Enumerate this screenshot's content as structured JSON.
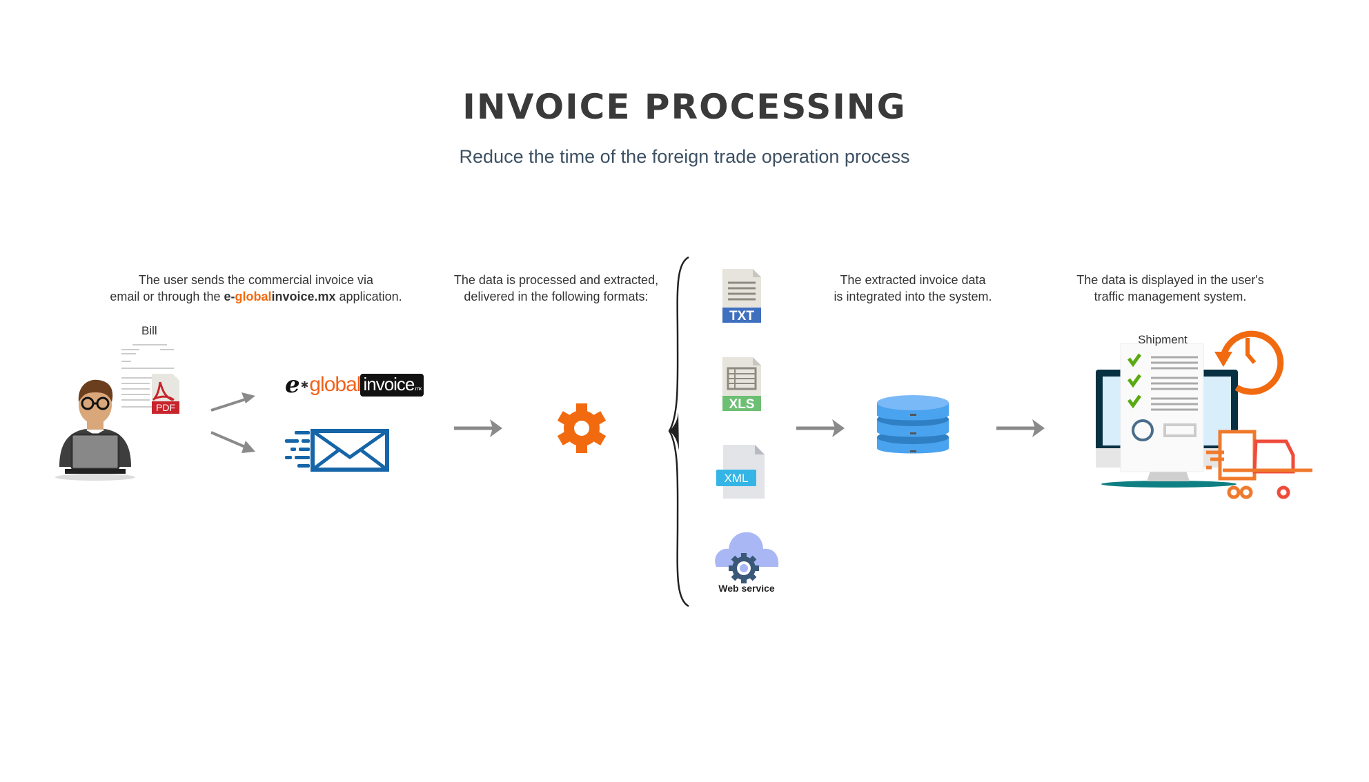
{
  "header": {
    "title": "INVOICE PROCESSING",
    "subtitle": "Reduce the time of the foreign trade operation process"
  },
  "steps": [
    {
      "line1": "The user sends the commercial invoice via",
      "line2_pre": "email or through the ",
      "brand_e": "e-",
      "brand_global": "global",
      "brand_rest": "invoice.mx",
      "line2_post": " application."
    },
    {
      "line1": "The data is processed and extracted,",
      "line2": "delivered in the following formats:"
    },
    {
      "line1": "The extracted invoice data",
      "line2": "is integrated into the system."
    },
    {
      "line1": "The data is displayed in the user's",
      "line2": "traffic management system."
    }
  ],
  "bill_label": "Bill",
  "pdf_label": "PDF",
  "logo": {
    "e": "e",
    "global": "global",
    "invoice": "invoice",
    "mx": ".mx"
  },
  "formats": [
    {
      "label": "TXT",
      "color": "#3f6fbf"
    },
    {
      "label": "XLS",
      "color": "#6dbf73"
    },
    {
      "label": "XML",
      "color": "#35b5e5"
    },
    {
      "label": "Web service",
      "color": "#a9b8f5"
    }
  ],
  "shipment_label": "Shipment",
  "colors": {
    "accent": "#f26a0f",
    "arrow": "#8a8a8a",
    "database": "#4aa3ee",
    "mail": "#1565a8"
  }
}
